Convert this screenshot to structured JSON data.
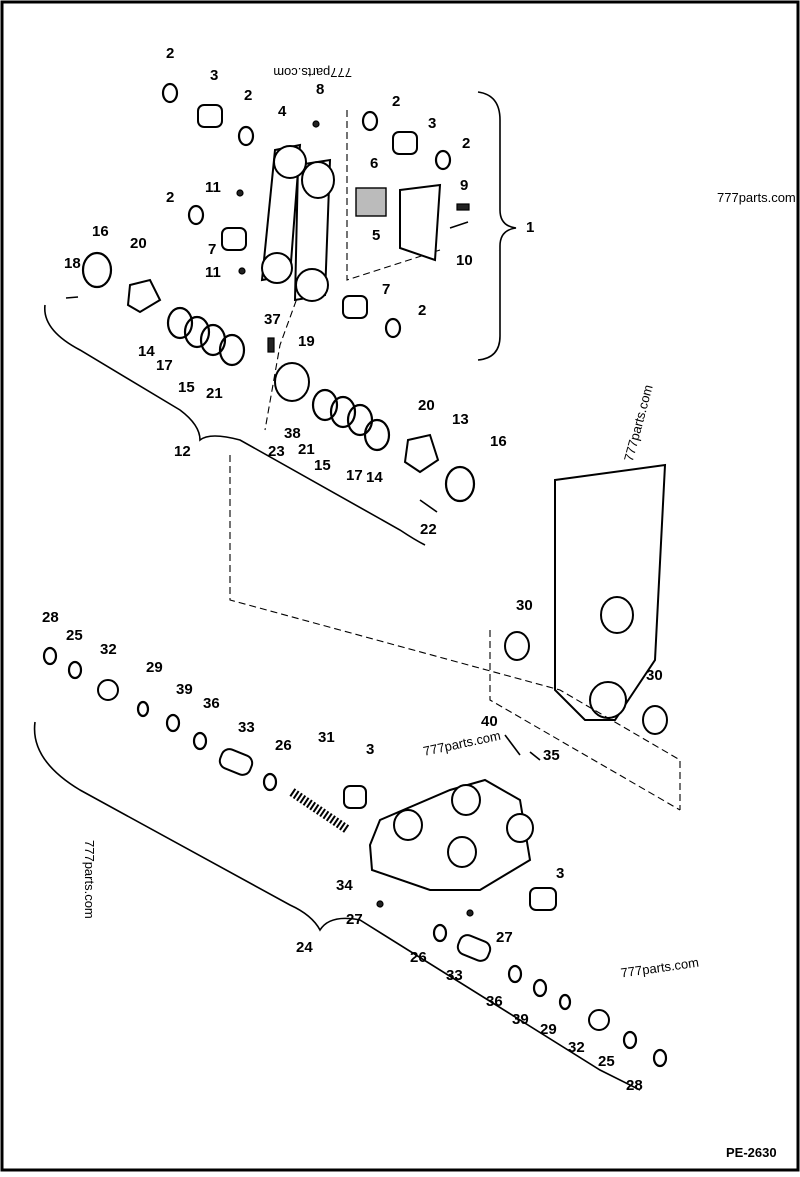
{
  "doc": {
    "code": "PE-2630"
  },
  "watermark": {
    "text": "777parts.com"
  },
  "callouts": [
    {
      "label": "2"
    },
    {
      "label": "3"
    },
    {
      "label": "2"
    },
    {
      "label": "4"
    },
    {
      "label": "8"
    },
    {
      "label": "2"
    },
    {
      "label": "3"
    },
    {
      "label": "2"
    },
    {
      "label": "6"
    },
    {
      "label": "11"
    },
    {
      "label": "9"
    },
    {
      "label": "2"
    },
    {
      "label": "5"
    },
    {
      "label": "1"
    },
    {
      "label": "16"
    },
    {
      "label": "20"
    },
    {
      "label": "7"
    },
    {
      "label": "11"
    },
    {
      "label": "10"
    },
    {
      "label": "18"
    },
    {
      "label": "7"
    },
    {
      "label": "2"
    },
    {
      "label": "37"
    },
    {
      "label": "14"
    },
    {
      "label": "17"
    },
    {
      "label": "19"
    },
    {
      "label": "15"
    },
    {
      "label": "21"
    },
    {
      "label": "20"
    },
    {
      "label": "13"
    },
    {
      "label": "38"
    },
    {
      "label": "21"
    },
    {
      "label": "16"
    },
    {
      "label": "12"
    },
    {
      "label": "23"
    },
    {
      "label": "15"
    },
    {
      "label": "17"
    },
    {
      "label": "14"
    },
    {
      "label": "22"
    },
    {
      "label": "28"
    },
    {
      "label": "30"
    },
    {
      "label": "25"
    },
    {
      "label": "32"
    },
    {
      "label": "29"
    },
    {
      "label": "39"
    },
    {
      "label": "36"
    },
    {
      "label": "30"
    },
    {
      "label": "40"
    },
    {
      "label": "33"
    },
    {
      "label": "26"
    },
    {
      "label": "31"
    },
    {
      "label": "3"
    },
    {
      "label": "35"
    },
    {
      "label": "3"
    },
    {
      "label": "34"
    },
    {
      "label": "27"
    },
    {
      "label": "27"
    },
    {
      "label": "24"
    },
    {
      "label": "26"
    },
    {
      "label": "33"
    },
    {
      "label": "36"
    },
    {
      "label": "39"
    },
    {
      "label": "29"
    },
    {
      "label": "32"
    },
    {
      "label": "25"
    },
    {
      "label": "28"
    }
  ]
}
